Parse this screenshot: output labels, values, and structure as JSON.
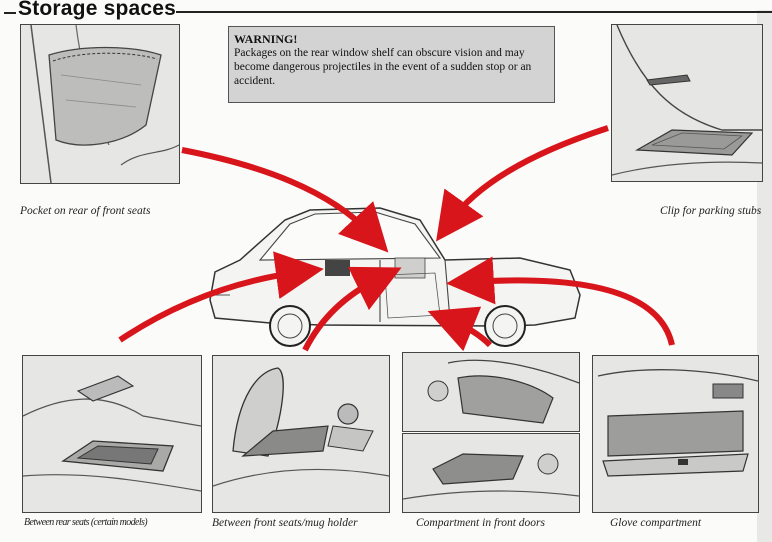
{
  "header": {
    "title": "Storage spaces"
  },
  "warning": {
    "title": "WARNING!",
    "text": "Packages on the rear window shelf can obscure vision and may become dangerous projectiles in the event of a sudden stop or an accident."
  },
  "captions": {
    "rear_pocket": "Pocket on rear of front seats",
    "parking_clip": "Clip for parking stubs",
    "rear_seats": "Between rear seats (certain models)",
    "front_seats": "Between front seats/mug holder",
    "front_doors": "Compartment in front doors",
    "glove": "Glove compartment"
  },
  "colors": {
    "arrow": "#d8151b",
    "panel": "#e4e4e2",
    "warning_bg": "#d3d3d3"
  }
}
